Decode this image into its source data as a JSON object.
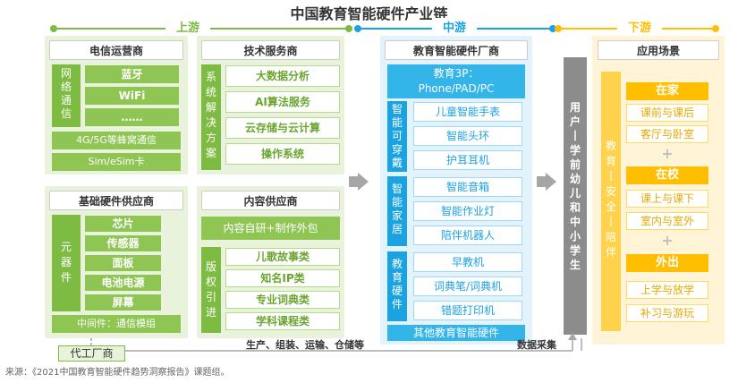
{
  "title": "中国教育智能硬件产业链",
  "stages": {
    "upstream": "上游",
    "midstream": "中游",
    "downstream": "下游"
  },
  "telecom": {
    "title": "电信运营商",
    "vlabel": [
      "网",
      "络",
      "通",
      "信"
    ],
    "items": [
      "蓝牙",
      "WiFi",
      "……"
    ],
    "bottom": [
      "4G/5G等蜂窝通信",
      "Sim/eSim卡"
    ]
  },
  "tech": {
    "title": "技术服务商",
    "vlabel": [
      "系",
      "统",
      "解",
      "决",
      "方",
      "案"
    ],
    "items": [
      "大数据分析",
      "AI算法服务",
      "云存储与云计算",
      "操作系统"
    ]
  },
  "hardware": {
    "title": "基础硬件供应商",
    "vlabel": [
      "元",
      "器",
      "件"
    ],
    "items": [
      "芯片",
      "传感器",
      "面板",
      "电池电源",
      "屏幕"
    ],
    "middleware": "中间件：通信模组"
  },
  "content": {
    "title": "内容供应商",
    "top": "内容自研+制作外包",
    "vlabel": [
      "版",
      "权",
      "引",
      "进"
    ],
    "items": [
      "儿歌故事类",
      "知名IP类",
      "专业词典类",
      "学科课程类"
    ]
  },
  "oem": "代工厂商",
  "flow_text": "生产、组装、运输、仓储等",
  "data_collect": "数据采集",
  "manufacturer": {
    "title": "教育智能硬件厂商",
    "top": [
      "教育3P：",
      "Phone/PAD/PC"
    ],
    "groups": [
      {
        "vlabel": [
          "智",
          "能",
          "可",
          "穿",
          "戴"
        ],
        "items": [
          "儿童智能手表",
          "智能头环",
          "护耳耳机"
        ]
      },
      {
        "vlabel": [
          "智",
          "能",
          "家",
          "居"
        ],
        "items": [
          "智能音箱",
          "智能作业灯",
          "陪伴机器人"
        ]
      },
      {
        "vlabel": [
          "教",
          "育",
          "硬",
          "件"
        ],
        "items": [
          "早教机",
          "词典笔/词典机",
          "错题打印机"
        ]
      }
    ],
    "other": "其他教育智能硬件"
  },
  "user_label": [
    "用",
    "户",
    "丨",
    "学",
    "前",
    "幼",
    "儿",
    "和",
    "中",
    "小",
    "学",
    "生"
  ],
  "scenario": {
    "title": "应用场景",
    "vlabel": [
      "教",
      "育",
      "丨",
      "安",
      "全",
      "丨",
      "陪",
      "伴"
    ],
    "groups": [
      {
        "head": "在家",
        "items": [
          "课前与课后",
          "客厅与卧室"
        ]
      },
      {
        "head": "在校",
        "items": [
          "课上与课下",
          "室内与室外"
        ]
      },
      {
        "head": "外出",
        "items": [
          "上学与放学",
          "补习与游玩"
        ]
      }
    ],
    "plus": "+"
  },
  "source": "来源：《2021中国教育智能硬件趋势洞察报告》课题组。",
  "colors": {
    "green": "#7dbb42",
    "green_light": "#e9f3dc",
    "blue": "#1aa3e0",
    "blue_light": "#e3f3fb",
    "yellow": "#ffbf00",
    "yellow_light": "#fff5d6",
    "gray": "#a6a6a6"
  }
}
